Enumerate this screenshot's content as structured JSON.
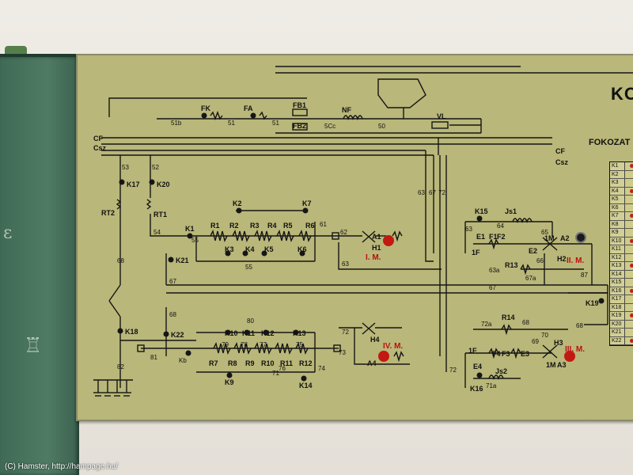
{
  "panel": {
    "title_fragment": "KO",
    "fokozat_label": "FOKOZAT",
    "table_rows": [
      "K1",
      "K2",
      "K3",
      "K4",
      "K5",
      "K6",
      "K7",
      "K8",
      "K9",
      "K10",
      "K11",
      "K12",
      "K13",
      "K14",
      "K15",
      "K16",
      "K17",
      "K18",
      "K19",
      "K20",
      "K21",
      "K22"
    ]
  },
  "labels": {
    "top": [
      "FK",
      "FA",
      "FB1",
      "FB2",
      "NF",
      "VL",
      "51b",
      "51",
      "51",
      "50",
      "5Cc"
    ],
    "bus": [
      "CF",
      "Csz",
      "CF",
      "Csz"
    ],
    "left": [
      "53",
      "52",
      "K17",
      "K20",
      "RT2",
      "RT1",
      "54",
      "K21",
      "68",
      "67",
      "68",
      "K18",
      "K22",
      "82"
    ],
    "group1": [
      "K1",
      "K2",
      "K7",
      "R1",
      "R2",
      "R3",
      "R4",
      "R5",
      "R6",
      "K3",
      "K4",
      "K5",
      "K6",
      "55",
      "55",
      "61",
      "62",
      "63"
    ],
    "motor1": [
      "A1",
      "H1",
      "I. M."
    ],
    "motor4": [
      "72",
      "H4",
      "A4",
      "73",
      "IV. M."
    ],
    "group2": [
      "K10",
      "K11",
      "K12",
      "K13",
      "R7",
      "R8",
      "R9",
      "R10",
      "R11",
      "R12",
      "K9",
      "K14",
      "81",
      "80",
      "74",
      "79",
      "78",
      "77",
      "76",
      "75",
      "71",
      "Kb"
    ],
    "right_upper": [
      "K15",
      "Js1",
      "E1",
      "1F",
      "F1",
      "F2",
      "1M",
      "A2",
      "H2",
      "II. M.",
      "R13",
      "63",
      "64",
      "65",
      "66",
      "67",
      "E2",
      "63a",
      "67a",
      "K19",
      "87"
    ],
    "right_lower": [
      "R14",
      "72a",
      "68",
      "69",
      "70",
      "E3",
      "F3",
      "F4",
      "E4",
      "1F",
      "1M",
      "H3",
      "A3",
      "III. M.",
      "Js2",
      "K16",
      "72",
      "71a",
      "68"
    ],
    "wire_63_67_72": [
      "63",
      "67",
      "72"
    ]
  },
  "footer": {
    "copyright": "(C) Hamster, http://hampage.hu/"
  },
  "colors": {
    "panel_bg": "#b9b779",
    "wire": "#151515",
    "terminal_red": "#c21a12",
    "chalkboard": "#4a765f"
  }
}
